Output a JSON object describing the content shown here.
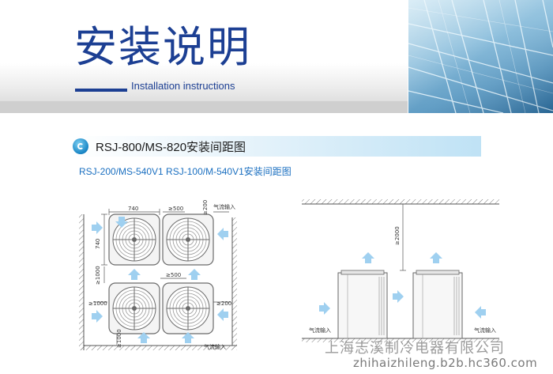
{
  "header": {
    "title_cn": "安装说明",
    "title_en": "Installation instructions"
  },
  "section": {
    "title": "RSJ-800/MS-820安装间距图",
    "subtitle": "RSJ-200/MS-540V1  RSJ-100/M-540V1安装间距图"
  },
  "left_diagram": {
    "dim_width": "740",
    "dim_top_clear": "≥500",
    "dim_top_right": "≥200",
    "dim_height": "740",
    "dim_gap_vertical": "≥1000",
    "dim_mid_clear": "≥500",
    "dim_left_clear": "≥1000",
    "dim_right_clear": "≥200",
    "dim_bottom_clear": "≥1000",
    "airflow_top": "气流输入",
    "airflow_bottom": "气流输入"
  },
  "right_diagram": {
    "dim_height": "≥2000",
    "airflow_left": "气流输入",
    "airflow_right": "气流输入"
  },
  "watermark": {
    "company": "上海志溪制冷电器有限公司",
    "url": "zhihaizhileng.b2b.hc360.com"
  },
  "colors": {
    "brand_blue": "#1c3f93",
    "arrow_blue": "#9fd0f0",
    "line_grey": "#6b6b6b"
  }
}
